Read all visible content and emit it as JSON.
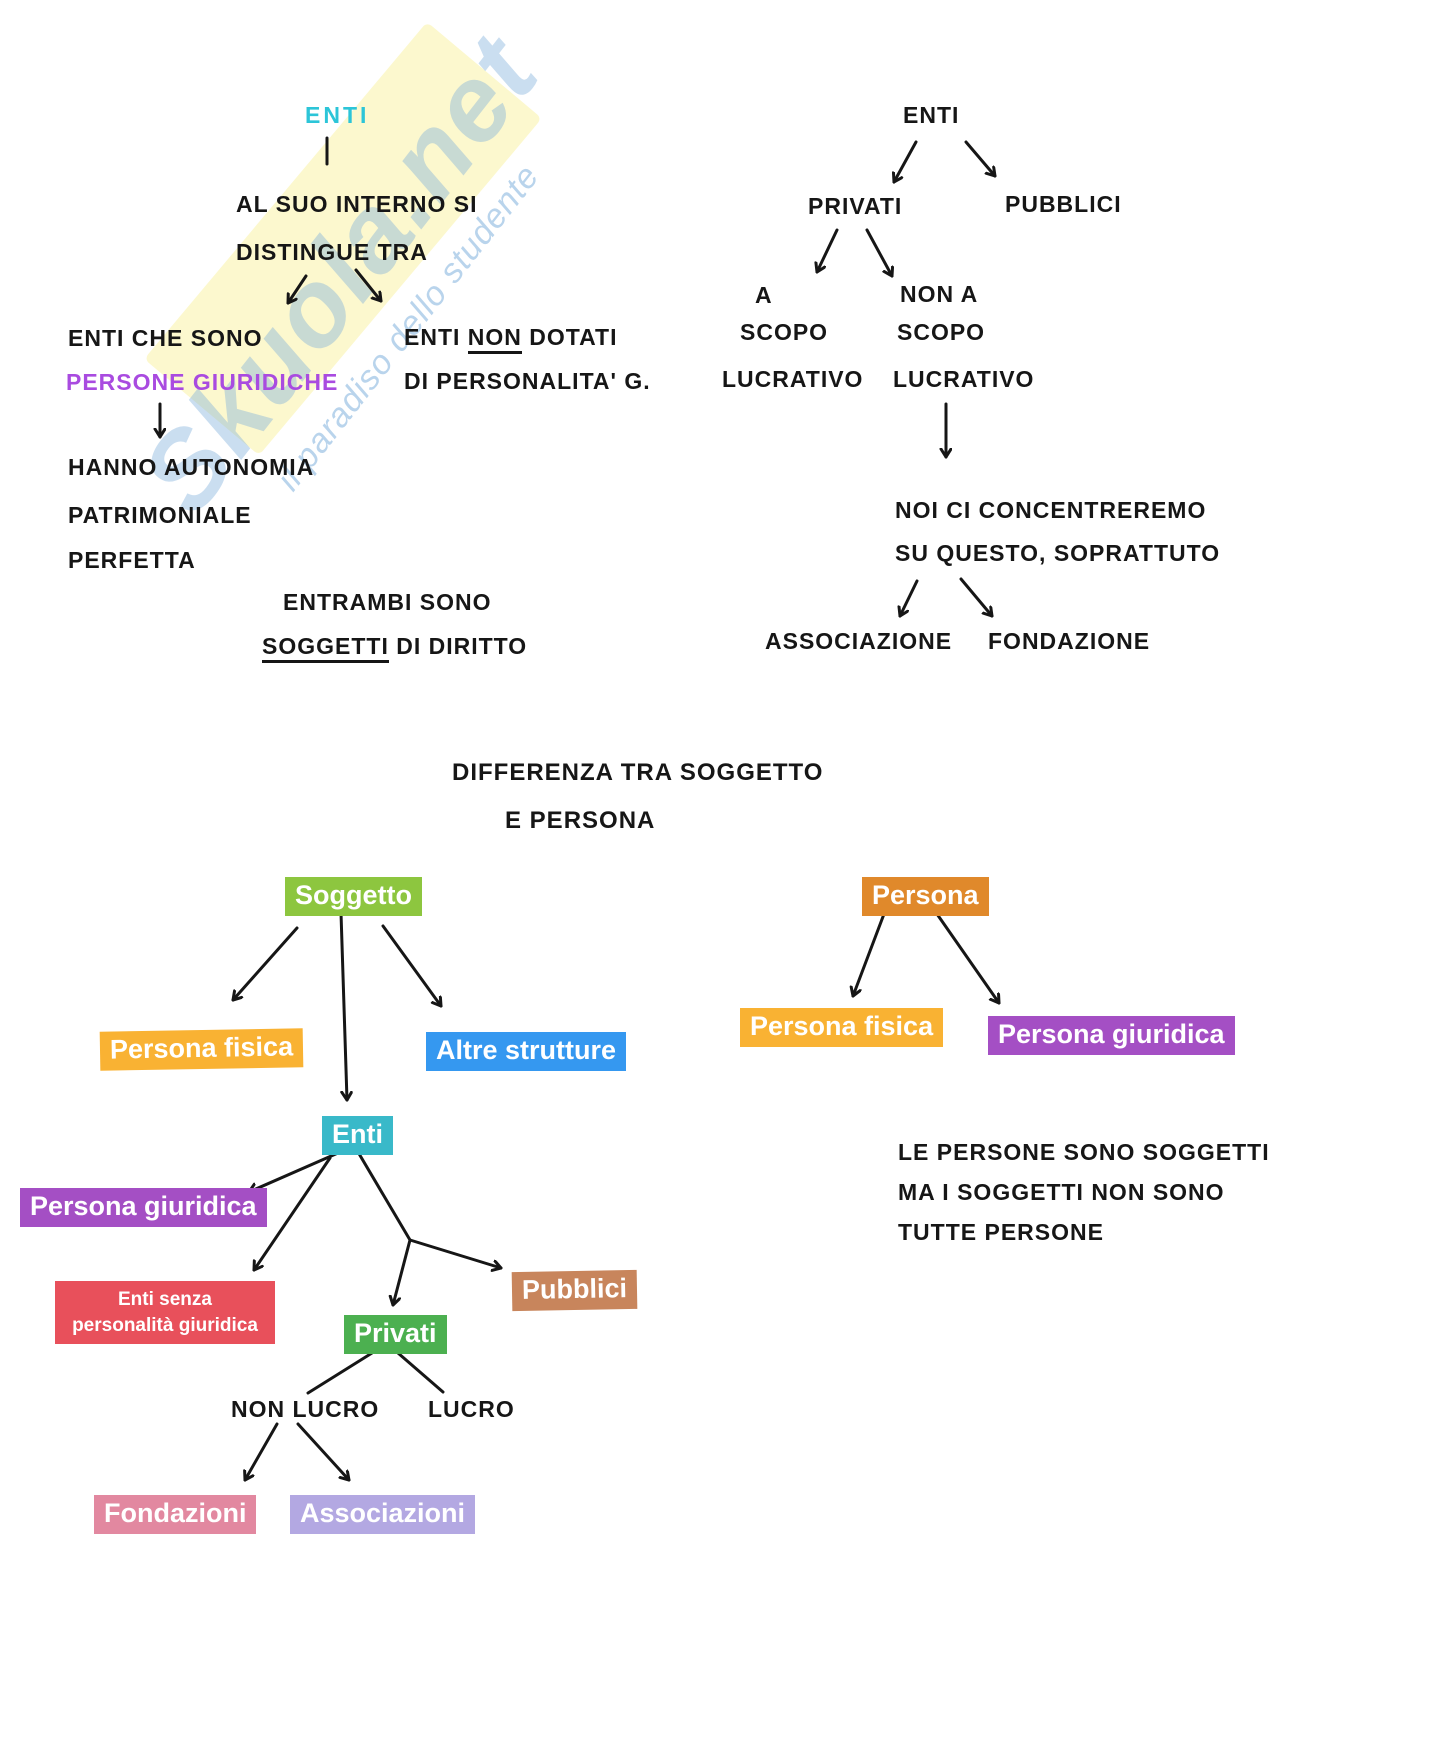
{
  "watermark": {
    "brand": "Skuola.net",
    "tagline": "il paradiso dello studente"
  },
  "map_enti_left": {
    "root": "ENTI",
    "intro": [
      "AL SUO INTERNO SI",
      "DISTINGUE TRA"
    ],
    "branch_giuridiche": [
      "ENTI CHE SONO",
      "PERSONE GIURIDICHE"
    ],
    "giuridiche_note": [
      "HANNO AUTONOMIA",
      "PATRIMONIALE",
      "PERFETTA"
    ],
    "branch_non_dotati": {
      "pre": "ENTI ",
      "underlined": "NON",
      "post": " DOTATI",
      "line2": "DI PERSONALITA' G."
    },
    "both_note": {
      "line1": "ENTRAMBI SONO",
      "underlined": "SOGGETTI",
      "post": " DI DIRITTO"
    }
  },
  "map_enti_right": {
    "root": "ENTI",
    "privati": "PRIVATI",
    "pubblici": "PUBBLICI",
    "scopo": [
      "A",
      "SCOPO",
      "LUCRATIVO"
    ],
    "non_scopo": [
      "NON A",
      "SCOPO",
      "LUCRATIVO"
    ],
    "focus_note": [
      "NOI CI CONCENTREREMO",
      "SU QUESTO, SOPRATTUTO"
    ],
    "associazione": "ASSOCIAZIONE",
    "fondazione": "FONDAZIONE"
  },
  "section_title": [
    "DIFFERENZA TRA SOGGETTO",
    "E PERSONA"
  ],
  "map_soggetto": {
    "root": {
      "label": "Soggetto",
      "color": "#8dc63f"
    },
    "persona_fisica": {
      "label": "Persona fisica",
      "color": "#f9b233"
    },
    "altre_strutture": {
      "label": "Altre strutture",
      "color": "#3598f0"
    },
    "enti": {
      "label": "Enti",
      "color": "#39b9c9"
    },
    "persona_giuridica": {
      "label": "Persona giuridica",
      "color": "#a44fc4"
    },
    "enti_senza": {
      "line1": "Enti senza",
      "line2": "personalità giuridica",
      "color": "#e8505b"
    },
    "privati": {
      "label": "Privati",
      "color": "#4cb050"
    },
    "pubblici": {
      "label": "Pubblici",
      "color": "#c8855c"
    },
    "non_lucro": "NON LUCRO",
    "lucro": "LUCRO",
    "fondazioni": {
      "label": "Fondazioni",
      "color": "#e288a0"
    },
    "associazioni": {
      "label": "Associazioni",
      "color": "#b3a8e2"
    }
  },
  "map_persona": {
    "root": {
      "label": "Persona",
      "color": "#e0892b"
    },
    "persona_fisica": {
      "label": "Persona fisica",
      "color": "#f9b233"
    },
    "persona_giuridica": {
      "label": "Persona giuridica",
      "color": "#a44fc4"
    },
    "note": [
      "LE PERSONE SONO SOGGETTI",
      "MA I SOGGETTI NON SONO",
      "TUTTE PERSONE"
    ]
  }
}
